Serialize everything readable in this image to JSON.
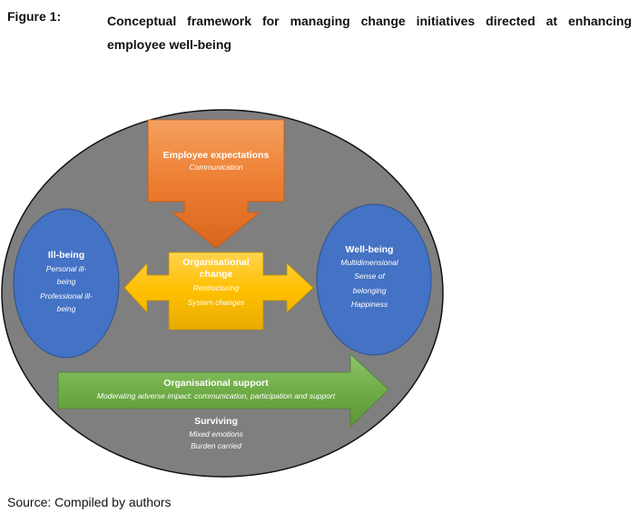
{
  "figure": {
    "label": "Figure 1:",
    "title": "Conceptual framework for managing change initiatives directed at enhancing employee well-being",
    "source": "Source: Compiled by authors"
  },
  "diagram": {
    "employee_expectations": {
      "title": "Employee expectations",
      "sub": "Communication"
    },
    "organisational_change": {
      "title_line1": "Organisational",
      "title_line2": "change",
      "sub1": "Restructuring",
      "sub2": "System changes"
    },
    "ill_being": {
      "title": "Ill-being",
      "lines": [
        "Personal ill-",
        "being",
        "Professional ill-",
        "being"
      ]
    },
    "well_being": {
      "title": "Well-being",
      "lines": [
        "Multidimensional",
        "Sense of",
        "belonging",
        "Happiness"
      ]
    },
    "organisational_support": {
      "title": "Organisational support",
      "sub": "Moderating adverse impact: communication, participation and support"
    },
    "surviving": {
      "title": "Surviving",
      "lines": [
        "Mixed emotions",
        "Burden carried"
      ]
    }
  },
  "colors": {
    "outer_ellipse": "#7f7f7f",
    "blue_circle": "#4472c4",
    "orange": "#ed7d31",
    "yellow": "#ffc000",
    "green": "#70ad47"
  }
}
